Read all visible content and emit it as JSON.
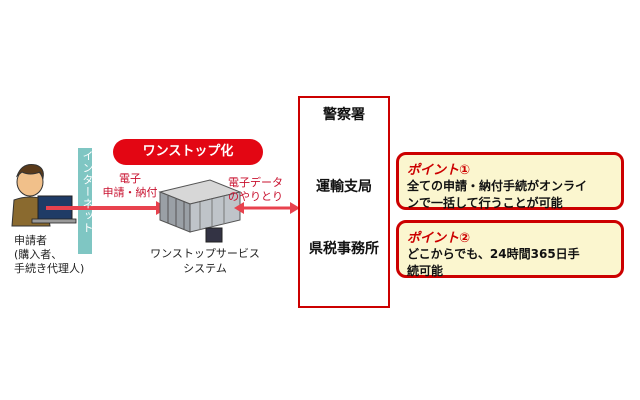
{
  "applicant": {
    "title": "申請者",
    "sub1": "(購入者、",
    "sub2": "手続き代理人)"
  },
  "internet_label": "インターネット",
  "electronic": {
    "line1": "電子",
    "line2": "申請・納付"
  },
  "onestop_badge": "ワンストップ化",
  "system": {
    "line1": "ワンストップサービス",
    "line2": "システム"
  },
  "data_exchange": {
    "line1": "電子データ",
    "line2": "のやりとり"
  },
  "offices": {
    "police": "警察署",
    "transport": "運輸支局",
    "tax": "県税事務所"
  },
  "points": [
    {
      "title": "ポイント①",
      "line1": "全ての申請・納付手続がオンライ",
      "line2": "ンで一括して行うことが可能"
    },
    {
      "title": "ポイント②",
      "line1": "どこからでも、24時間365日手",
      "line2": "続可能"
    }
  ],
  "colors": {
    "accent_red": "#cc0000",
    "badge_red": "#e30613",
    "internet_bar": "#7fc6c3",
    "point_bg": "#fbf6cf"
  }
}
